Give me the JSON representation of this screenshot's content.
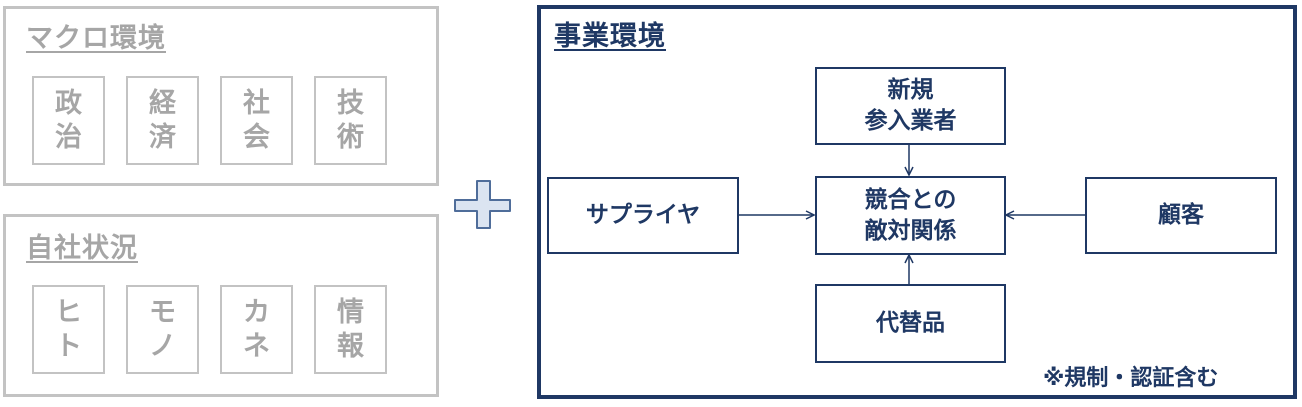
{
  "macro": {
    "title": "マクロ環境",
    "cells": [
      {
        "line1": "政",
        "line2": "治"
      },
      {
        "line1": "経",
        "line2": "済"
      },
      {
        "line1": "社",
        "line2": "会"
      },
      {
        "line1": "技",
        "line2": "術"
      }
    ]
  },
  "company": {
    "title": "自社状況",
    "cells": [
      {
        "line1": "ヒ",
        "line2": "ト"
      },
      {
        "line1": "モ",
        "line2": "ノ"
      },
      {
        "line1": "カ",
        "line2": "ネ"
      },
      {
        "line1": "情",
        "line2": "報"
      }
    ]
  },
  "business": {
    "title": "事業環境",
    "new_entrants": {
      "line1": "新規",
      "line2": "参入業者"
    },
    "rivalry": {
      "line1": "競合との",
      "line2": "敵対関係"
    },
    "suppliers": "サプライヤ",
    "customers": "顧客",
    "substitutes": "代替品",
    "note": "※規制・認証含む"
  },
  "colors": {
    "navy": "#1f3864",
    "gray_border": "#c3c3c3",
    "gray_text": "#a6a6a6",
    "plus_fill": "#dbe4f1",
    "plus_stroke": "#4f6d9a"
  }
}
